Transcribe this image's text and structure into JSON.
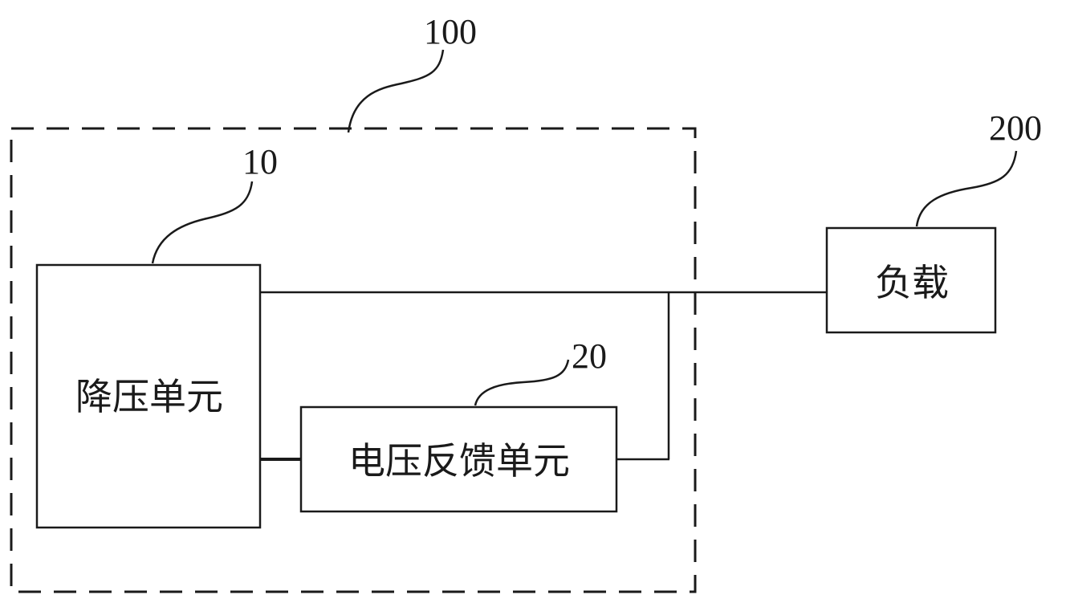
{
  "labels": {
    "module_ref": "100",
    "buck_ref": "10",
    "feedback_ref": "20",
    "load_ref": "200"
  },
  "blocks": {
    "buck_unit": "降压单元",
    "voltage_feedback_unit": "电压反馈单元",
    "load": "负载"
  },
  "colors": {
    "stroke": "#1a1a1a",
    "background": "#ffffff"
  }
}
